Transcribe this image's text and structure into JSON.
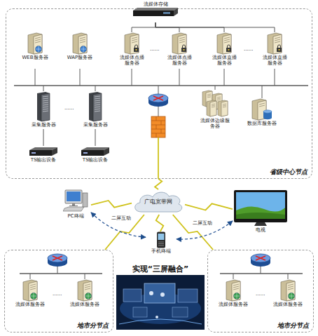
{
  "diagram": {
    "nodes": [
      {
        "text": [
          "省级中心节点"
        ]
      },
      {
        "text": [
          "流媒体存储"
        ],
        "in": 0
      },
      {
        "text": [
          "WEB服务器"
        ],
        "in": 0
      },
      {
        "text": [
          "WAP服务器"
        ],
        "in": 0
      },
      {
        "text": [
          "流媒体点播服务器"
        ],
        "in": 0
      },
      {
        "text": [
          "流媒体点播服务器"
        ],
        "in": 0
      },
      {
        "text": [
          "流媒体直播服务器"
        ],
        "in": 0
      },
      {
        "text": [
          "流媒体直播服务器"
        ],
        "in": 0
      },
      {
        "text": [
          "采集服务器"
        ],
        "in": 0
      },
      {
        "text": [
          "采集服务器"
        ],
        "in": 0
      },
      {
        "text": [
          "流媒体边缘服务器"
        ],
        "in": 0
      },
      {
        "text": [
          "数据库服务器"
        ],
        "in": 0
      },
      {
        "text": [
          "TS输出设备"
        ],
        "in": 0
      },
      {
        "text": [
          "TS输出设备"
        ],
        "in": 0
      },
      {
        "text": [
          "广电宽带网"
        ]
      },
      {
        "text": [
          "PC终端"
        ]
      },
      {
        "text": [
          "电视"
        ]
      },
      {
        "text": [
          "手机终端"
        ]
      },
      {
        "text": [
          "地市分节点"
        ]
      },
      {
        "text": [
          "流媒体服务器"
        ],
        "in": 18
      },
      {
        "text": [
          "流媒体服务器"
        ],
        "in": 18
      },
      {
        "text": [
          "地市分节点"
        ]
      },
      {
        "text": [
          "流媒体服务器"
        ],
        "in": 21
      },
      {
        "text": [
          "流媒体服务器"
        ],
        "in": 21
      }
    ],
    "edges": [
      {
        "from": 1,
        "to": 4,
        "arrow": "none"
      },
      {
        "from": 1,
        "to": 5,
        "arrow": "none"
      },
      {
        "from": 1,
        "to": 6,
        "arrow": "none"
      },
      {
        "from": 1,
        "to": 7,
        "arrow": "none"
      },
      {
        "from": 8,
        "to": 12,
        "arrow": "none"
      },
      {
        "from": 9,
        "to": 13,
        "arrow": "none"
      },
      {
        "from": 0,
        "to": 14,
        "arrow": "none"
      },
      {
        "from": 14,
        "to": 18,
        "arrow": "none"
      },
      {
        "from": 14,
        "to": 21,
        "arrow": "none"
      },
      {
        "from": 14,
        "to": 15,
        "arrow": "none"
      },
      {
        "from": 14,
        "to": 16,
        "arrow": "none"
      },
      {
        "from": 14,
        "to": 17,
        "arrow": "none"
      },
      {
        "from": 15,
        "to": 17,
        "label": "二屏互动",
        "arrow": "both"
      },
      {
        "from": 16,
        "to": 17,
        "label": "二屏互动",
        "arrow": "both"
      }
    ],
    "labels": [
      "......",
      "......",
      "......",
      "实现“三屏融合”",
      "......",
      "......"
    ]
  }
}
